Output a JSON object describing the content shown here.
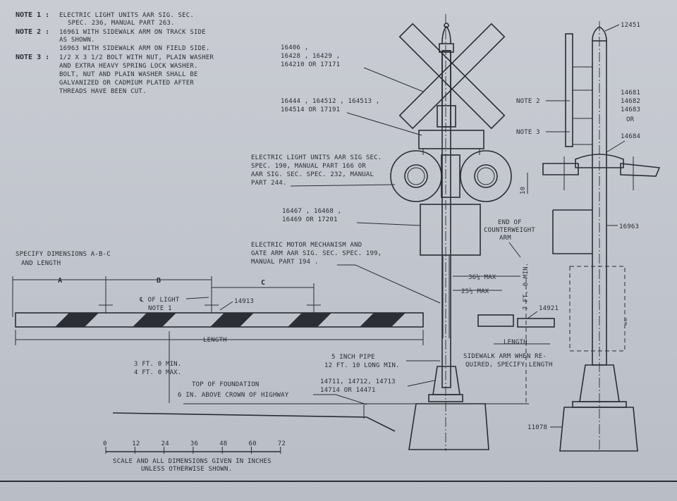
{
  "notes": {
    "note1_label": "NOTE 1 :",
    "note1_line1": "ELECTRIC LIGHT UNITS AAR SIG. SEC.",
    "note1_line2": "SPEC. 236, MANUAL PART 263.",
    "note2_label": "NOTE 2 :",
    "note2_line1": "16961 WITH SIDEWALK ARM ON TRACK SIDE",
    "note2_line2": "AS SHOWN.",
    "note2_line3": "16963 WITH SIDEWALK ARM ON FIELD SIDE.",
    "note3_label": "NOTE 3 :",
    "note3_line1": "1/2 X 3 1/2 BOLT WITH NUT, PLAIN WASHER",
    "note3_line2": "AND EXTRA HEAVY SPRING LOCK WASHER.",
    "note3_line3": "BOLT, NUT AND PLAIN WASHER SHALL BE",
    "note3_line4": "GALVANIZED OR CADMIUM PLATED AFTER",
    "note3_line5": "THREADS HAVE BEEN CUT."
  },
  "front_view": {
    "crossbuck_l1": "16406 ,",
    "crossbuck_l2": "16428 , 16429 ,",
    "crossbuck_l3": "164210 OR 17171",
    "bracket_l1": "16444 , 164512 , 164513 ,",
    "bracket_l2": "164514 OR 17191",
    "lights_l1": "ELECTRIC LIGHT UNITS AAR SIG SEC.",
    "lights_l2": "SPEC. 190, MANUAL PART 166 OR",
    "lights_l3": "AAR SIG. SEC. SPEC. 232, MANUAL",
    "lights_l4": "PART 244.",
    "mech_l1": "16467 , 16468 ,",
    "mech_l2": "16469 OR 17201",
    "motor_l1": "ELECTRIC MOTOR MECHANISM AND",
    "motor_l2": "GATE ARM AAR SIG. SEC. SPEC. 199,",
    "motor_l3": "MANUAL PART 194 .",
    "end_cw_l1": "END OF",
    "end_cw_l2": "COUNTERWEIGHT",
    "end_cw_l3": "ARM",
    "dim_10": "10",
    "dim_36": "36¼ MAX",
    "dim_25": "25½ MAX",
    "dim_7ft": "7 FT. 0 MIN.",
    "part_14921": "14921",
    "length_label": "LENGTH",
    "sidewalk_l1": "SIDEWALK ARM WHEN RE-",
    "sidewalk_l2": "QUIRED, SPECIFY LENGTH",
    "pipe_l1": "5 INCH PIPE",
    "pipe_l2": "12 FT. 10 LONG MIN.",
    "base_l1": "14711, 14712, 14713",
    "base_l2": "14714 OR 14471"
  },
  "gate_arm": {
    "specify_l1": "SPECIFY DIMENSIONS A-B-C",
    "specify_l2": "AND LENGTH",
    "dim_a": "A",
    "dim_b": "B",
    "dim_c": "C",
    "cl_light": "℄ OF LIGHT",
    "note_ref": "NOTE 1",
    "part_14913": "14913",
    "length_label": "LENGTH",
    "height_l1": "3 FT. 0 MIN.",
    "height_l2": "4 FT. 0 MAX.",
    "foundation_l1": "TOP OF FOUNDATION",
    "foundation_l2": "6 IN. ABOVE CROWN OF HIGHWAY"
  },
  "side_view": {
    "part_12451": "12451",
    "note2": "NOTE 2",
    "note3": "NOTE 3",
    "parts_l1": "14681",
    "parts_l2": "14682",
    "parts_l3": "14683",
    "parts_l4": "OR",
    "parts_l5": "14684",
    "part_16963": "16963",
    "part_11078": "11078",
    "marker": "=="
  },
  "scale": {
    "ticks": [
      "0",
      "12",
      "24",
      "36",
      "48",
      "60",
      "72"
    ],
    "caption_l1": "SCALE AND ALL DIMENSIONS GIVEN IN INCHES",
    "caption_l2": "UNLESS OTHERWISE SHOWN."
  }
}
